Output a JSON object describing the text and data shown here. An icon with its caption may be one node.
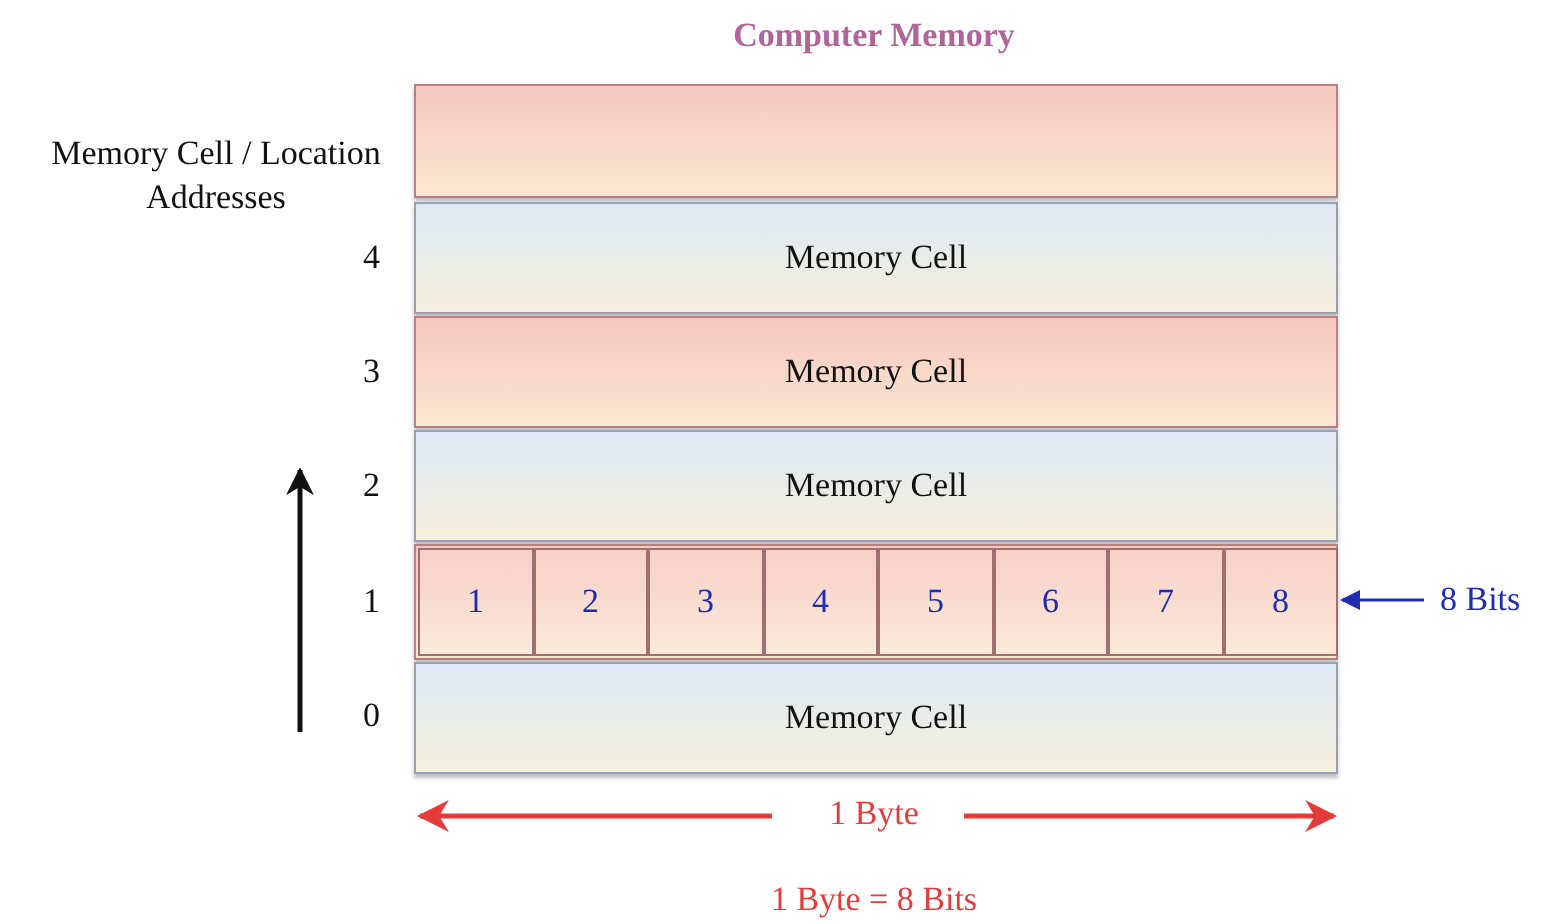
{
  "diagram": {
    "title": "Computer Memory",
    "nodes": [
      {
        "text": [],
        "shape": "box"
      },
      {
        "text": [
          "Memory Cell"
        ]
      },
      {
        "text": [
          "Memory Cell"
        ]
      },
      {
        "text": [
          "Memory Cell"
        ]
      },
      {
        "text": [],
        "shape": "box"
      },
      {
        "text": [
          "1"
        ],
        "in": 4
      },
      {
        "text": [
          "2"
        ],
        "in": 4
      },
      {
        "text": [
          "3"
        ],
        "in": 4
      },
      {
        "text": [
          "4"
        ],
        "in": 4
      },
      {
        "text": [
          "5"
        ],
        "in": 4
      },
      {
        "text": [
          "6"
        ],
        "in": 4
      },
      {
        "text": [
          "7"
        ],
        "in": 4
      },
      {
        "text": [
          "8"
        ],
        "in": 4
      },
      {
        "text": [
          "Memory Cell"
        ]
      },
      {
        "text": [
          "8 Bits"
        ]
      }
    ],
    "edges": [
      {
        "from": 14,
        "to": 4,
        "arrow": "to",
        "color": "#1f2bb0"
      }
    ],
    "labels": [
      "Memory Cell / Location Addresses",
      "4",
      "3",
      "2",
      "1",
      "0",
      "1 Byte",
      "1 Byte = 8 Bits"
    ]
  }
}
